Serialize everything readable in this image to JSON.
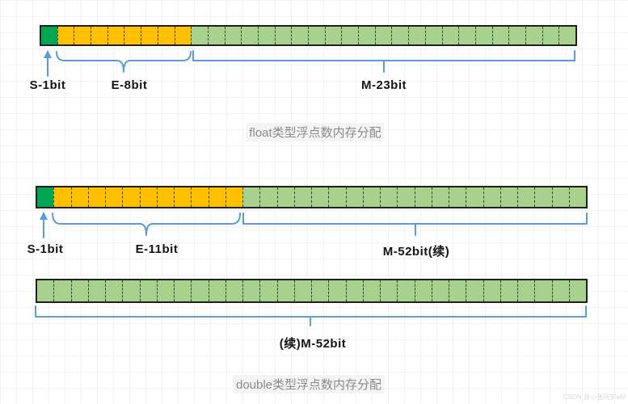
{
  "figures": [
    {
      "name": "float",
      "title": "float类型浮点数内存分配",
      "rows": [
        {
          "segments": [
            {
              "label": "S-1bit",
              "bits": 1,
              "color": "#00a651"
            },
            {
              "label": "E-8bit",
              "bits": 8,
              "color": "#ffc000"
            },
            {
              "label": "M-23bit",
              "bits": 23,
              "color": "#a9d18e"
            }
          ]
        }
      ]
    },
    {
      "name": "double",
      "title": "double类型浮点数内存分配",
      "rows": [
        {
          "segments": [
            {
              "label": "S-1bit",
              "bits": 1,
              "color": "#00a651"
            },
            {
              "label": "E-11bit",
              "bits": 11,
              "color": "#ffc000"
            },
            {
              "label": "M-52bit(续)",
              "bits": 20,
              "color": "#a9d18e"
            }
          ]
        },
        {
          "segments": [
            {
              "label": "(续)M-52bit",
              "bits": 32,
              "color": "#a9d18e"
            }
          ]
        }
      ]
    }
  ],
  "colors": {
    "sign": "#00a651",
    "exponent": "#ffc000",
    "mantissa": "#a9d18e",
    "brace": "#5b9bd5"
  },
  "watermark": "CSDN @小张同学wkf"
}
